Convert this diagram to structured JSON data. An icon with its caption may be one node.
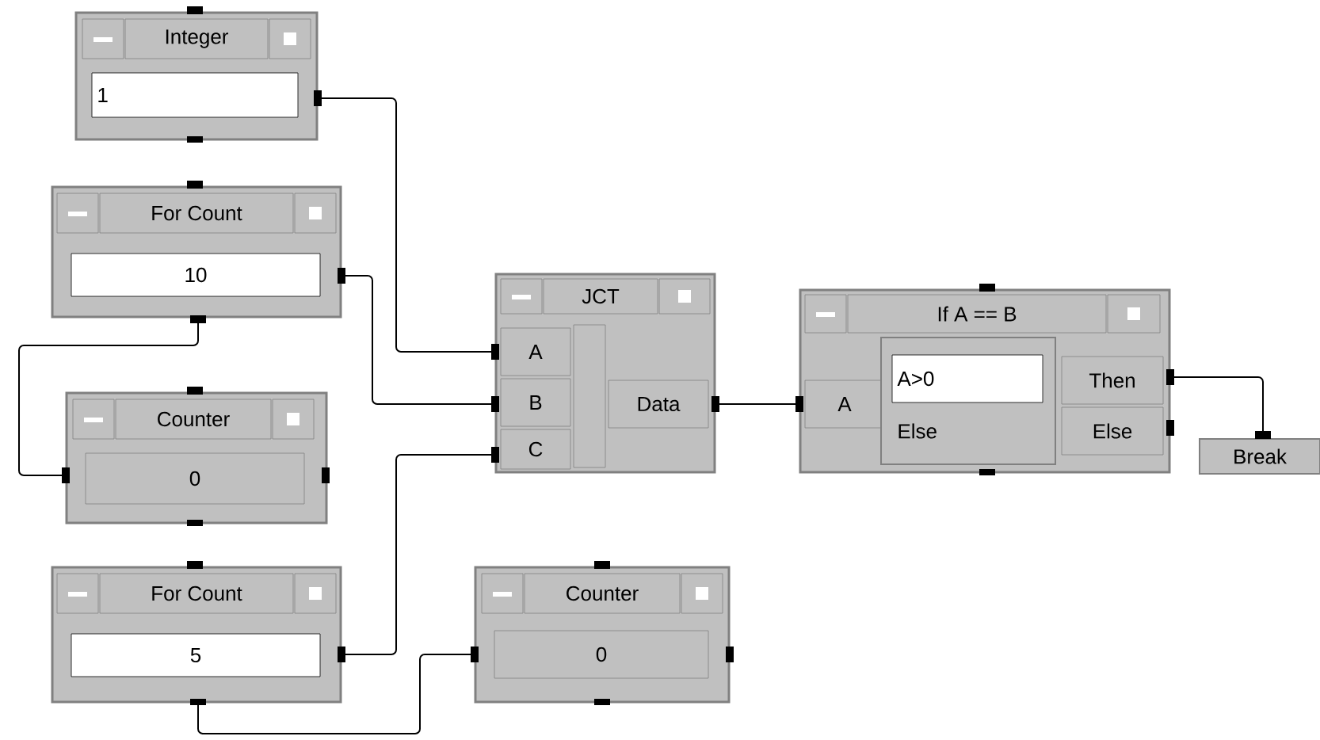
{
  "diagram": {
    "nodes": [
      {
        "text": [
          "Integer",
          "1"
        ]
      },
      {
        "text": [
          "For Count",
          "10"
        ]
      },
      {
        "text": [
          "Counter",
          "0"
        ]
      },
      {
        "text": [
          "For Count",
          "5"
        ]
      },
      {
        "text": [
          "Counter",
          "0"
        ]
      },
      {
        "text": [
          "JCT",
          "A",
          "B",
          "C",
          "Data"
        ]
      },
      {
        "text": [
          "If A == B",
          "A",
          "A>0",
          "Else",
          "Then",
          "Else"
        ]
      },
      {
        "text": [
          "Break"
        ]
      }
    ],
    "edges": [
      {
        "from": 0,
        "to": 5,
        "arrow": "none"
      },
      {
        "from": 1,
        "to": 5,
        "arrow": "none"
      },
      {
        "from": 1,
        "to": 2,
        "arrow": "none"
      },
      {
        "from": 3,
        "to": 5,
        "arrow": "none"
      },
      {
        "from": 3,
        "to": 4,
        "arrow": "none"
      },
      {
        "from": 5,
        "to": 6,
        "arrow": "none"
      },
      {
        "from": 6,
        "to": 7,
        "arrow": "none"
      }
    ]
  }
}
